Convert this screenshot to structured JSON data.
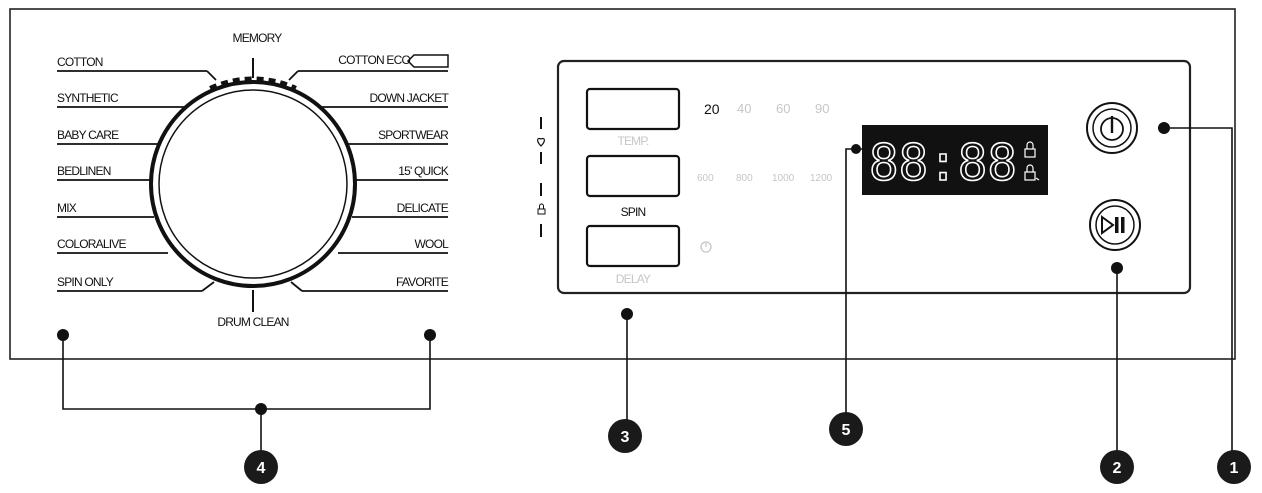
{
  "dial": {
    "top_label": "MEMORY",
    "bottom_label": "DRUM CLEAN",
    "left_programs": [
      "COTTON",
      "SYNTHETIC",
      "BABY CARE",
      "BEDLINEN",
      "MIX",
      "COLORALIVE",
      "SPIN ONLY"
    ],
    "right_programs": [
      "COTTON ECO",
      "DOWN JACKET",
      "SPORTWEAR",
      "15' QUICK",
      "DELICATE",
      "WOOL",
      "FAVORITE"
    ]
  },
  "buttons": {
    "temp_label": "TEMP.",
    "spin_label": "SPIN",
    "delay_label": "DELAY"
  },
  "temp_options": [
    "20",
    "40",
    "60",
    "90"
  ],
  "spin_options": [
    "600",
    "800",
    "1000",
    "1200"
  ],
  "display": {
    "digits": "88:88"
  },
  "callouts": {
    "power": "1",
    "start_pause": "2",
    "option_buttons": "3",
    "program_selector": "4",
    "display": "5"
  }
}
